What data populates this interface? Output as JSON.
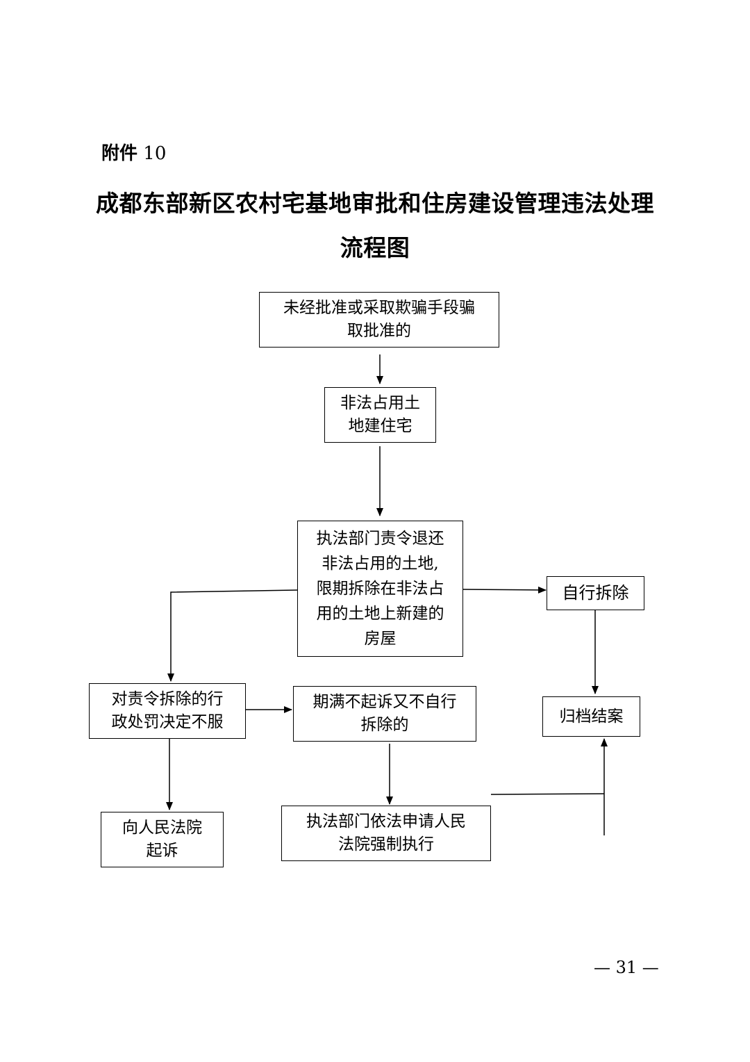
{
  "header": {
    "attachment_prefix": "附件",
    "attachment_number": "10"
  },
  "title": {
    "line1": "成都东部新区农村宅基地审批和住房建设管理违法处理",
    "line2": "流程图"
  },
  "flowchart": {
    "nodes": {
      "unapproved": "未经批准或采取欺骗手段骗\n取批准的",
      "illegal_occupation": "非法占用土\n地建住宅",
      "enforcement_order": "执法部门责令退还\n非法占用的土地,\n限期拆除在非法占\n用的土地上新建的\n房屋",
      "self_demolition": "自行拆除",
      "dispute_penalty": "对责令拆除的行\n政处罚决定不服",
      "no_suit_no_demolition": "期满不起诉又不自行\n拆除的",
      "archive_close": "归档结案",
      "sue_court": "向人民法院\n起诉",
      "apply_court": "执法部门依法申请人民\n法院强制执行"
    },
    "edges": [
      [
        "unapproved",
        "illegal_occupation"
      ],
      [
        "illegal_occupation",
        "enforcement_order"
      ],
      [
        "enforcement_order",
        "self_demolition"
      ],
      [
        "enforcement_order",
        "dispute_penalty"
      ],
      [
        "self_demolition",
        "archive_close"
      ],
      [
        "dispute_penalty",
        "no_suit_no_demolition"
      ],
      [
        "dispute_penalty",
        "sue_court"
      ],
      [
        "no_suit_no_demolition",
        "apply_court"
      ],
      [
        "apply_court",
        "archive_close"
      ]
    ]
  },
  "footer": {
    "page_number": "— 31 —"
  }
}
